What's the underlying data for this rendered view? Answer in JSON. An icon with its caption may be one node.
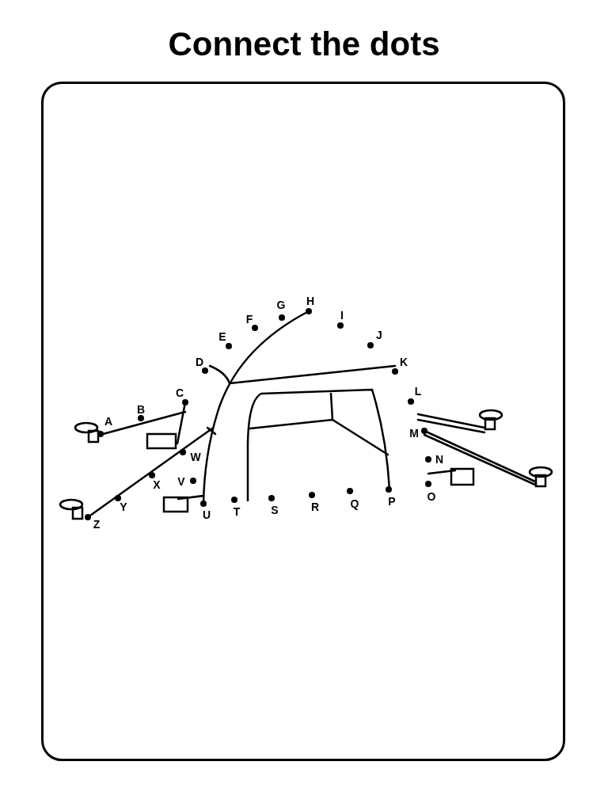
{
  "diagram": {
    "title": "Connect the dots",
    "labels": [
      "A",
      "B",
      "C",
      "D",
      "E",
      "F",
      "G",
      "H",
      "I",
      "J",
      "K",
      "L",
      "M",
      "N",
      "O",
      "P",
      "Q",
      "R",
      "S",
      "T",
      "U",
      "V",
      "W",
      "X",
      "Y",
      "Z"
    ]
  }
}
